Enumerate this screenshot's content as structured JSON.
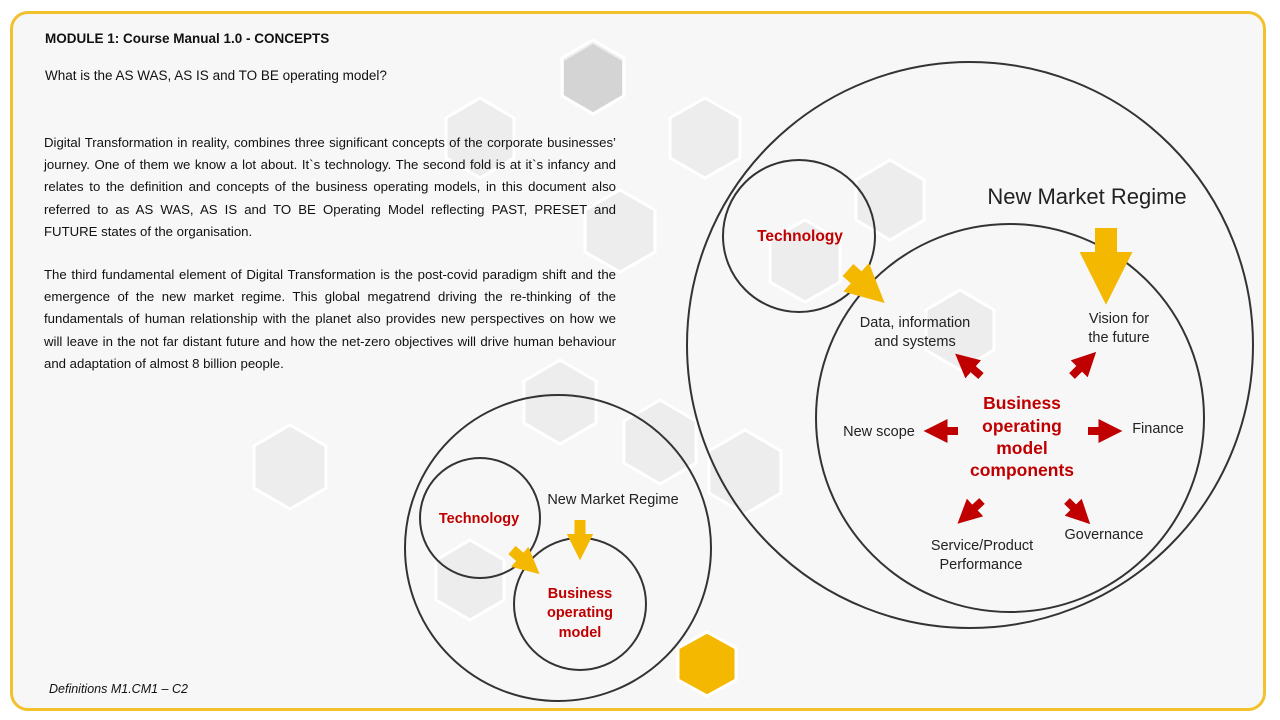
{
  "slide": {
    "module_title": "MODULE 1: Course Manual 1.0 - CONCEPTS",
    "question": "What is the AS WAS, AS IS and TO BE operating model?",
    "paragraph1": "Digital Transformation in reality, combines three significant concepts of the corporate businesses’ journey. One of them we know a lot about. It`s technology. The second fold is at it`s infancy and relates to the definition and concepts of the business operating models, in this document also referred to as AS WAS, AS IS and TO BE Operating Model reflecting PAST, PRESET and FUTURE states of the organisation.",
    "paragraph2": "The third fundamental element of Digital Transformation is the post-covid paradigm shift and the emergence of the new market regime. This global megatrend driving the re-thinking of the fundamentals of human relationship with the planet also provides new perspectives on how we will leave in the not far distant future and how the net-zero objectives will drive human behaviour and adaptation of almost 8 billion people.",
    "footer": "Definitions M1.CM1 – C2"
  },
  "small_diagram": {
    "technology": "Technology",
    "market": "New Market Regime",
    "bom_lines": [
      "Business",
      "operating",
      "model"
    ]
  },
  "large_diagram": {
    "market": "New Market Regime",
    "technology": "Technology",
    "center_lines": [
      "Business",
      "operating",
      "model",
      "components"
    ],
    "data_lines": [
      "Data, information",
      "and systems"
    ],
    "vision_lines": [
      "Vision for",
      "the future"
    ],
    "new_scope": "New scope",
    "finance": "Finance",
    "governance": "Governance",
    "service_lines": [
      "Service/Product",
      "Performance"
    ]
  },
  "colors": {
    "frame": "#f2c12e",
    "accent_red": "#c00000",
    "arrow_yellow": "#f5b800",
    "circle_stroke": "#333333"
  }
}
